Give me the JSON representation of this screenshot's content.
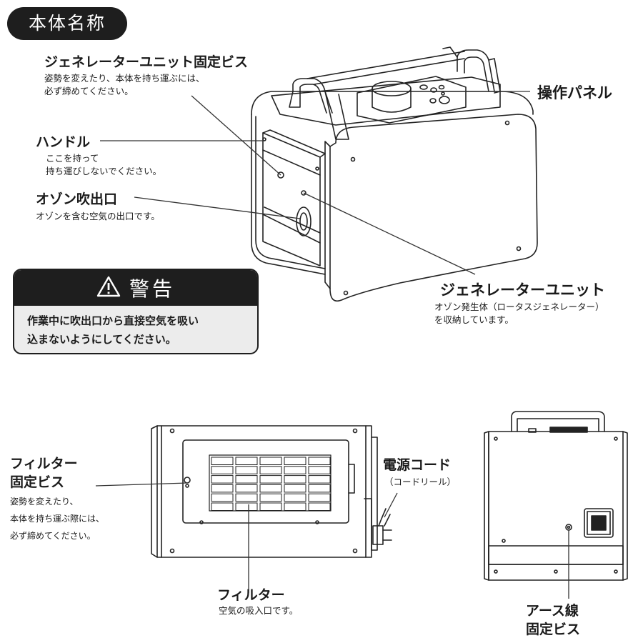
{
  "title": "本体名称",
  "labels": {
    "gen_screw": {
      "name": "ジェネレーターユニット固定ビス",
      "desc1": "姿勢を変えたり、本体を持ち運ぶには、",
      "desc2": "必ず締めてください。"
    },
    "handle": {
      "name": "ハンドル",
      "desc1": "ここを持って",
      "desc2": "持ち運びしないでください。"
    },
    "ozone_outlet": {
      "name": "オゾン吹出口",
      "desc1": "オゾンを含む空気の出口です。"
    },
    "control_panel": {
      "name": "操作パネル"
    },
    "generator_unit": {
      "name": "ジェネレーターユニット",
      "desc1": "オゾン発生体（ロータスジェネレーター）",
      "desc2": "を収納しています。"
    },
    "filter_screw": {
      "name1": "フィルター",
      "name2": "固定ビス",
      "desc1": "姿勢を変えたり、",
      "desc2": "本体を持ち運ぶ際には、",
      "desc3": "必ず締めてください。"
    },
    "power_cord": {
      "name": "電源コード",
      "sub": "（コードリール）"
    },
    "filter": {
      "name": "フィルター",
      "desc1": "空気の吸入口です。"
    },
    "ground_screw": {
      "name1": "アース線",
      "name2": "固定ビス"
    }
  },
  "warning": {
    "title": "警告",
    "line1": "作業中に吹出口から直接空気を吸い",
    "line2": "込まないようにしてください。"
  },
  "icons": [
    "warning-triangle-icon"
  ]
}
